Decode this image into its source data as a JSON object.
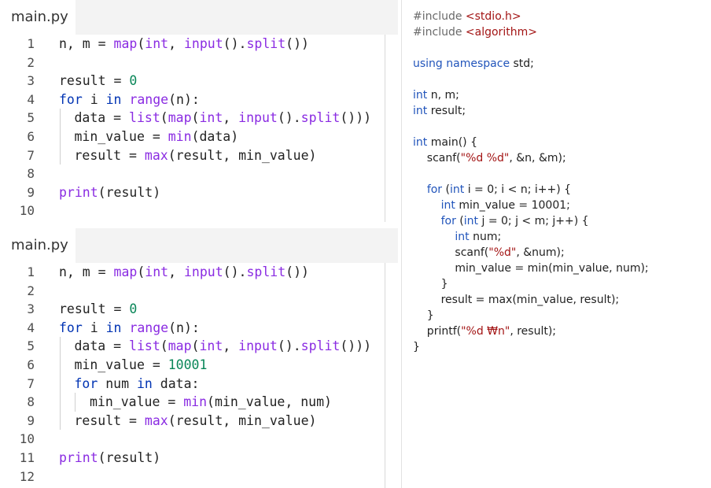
{
  "editor_top": {
    "tab_label": "main.py",
    "lines": [
      {
        "no": "1",
        "indent": 0,
        "tokens": [
          {
            "t": "n, m = ",
            "c": ""
          },
          {
            "t": "map",
            "c": "bi"
          },
          {
            "t": "(",
            "c": ""
          },
          {
            "t": "int",
            "c": "bi"
          },
          {
            "t": ", ",
            "c": ""
          },
          {
            "t": "input",
            "c": "bi"
          },
          {
            "t": "().",
            "c": ""
          },
          {
            "t": "split",
            "c": "bi"
          },
          {
            "t": "())",
            "c": ""
          }
        ]
      },
      {
        "no": "2",
        "indent": 0,
        "tokens": []
      },
      {
        "no": "3",
        "indent": 0,
        "tokens": [
          {
            "t": "result = ",
            "c": ""
          },
          {
            "t": "0",
            "c": "num"
          }
        ]
      },
      {
        "no": "4",
        "indent": 0,
        "tokens": [
          {
            "t": "for",
            "c": "kw"
          },
          {
            "t": " i ",
            "c": ""
          },
          {
            "t": "in",
            "c": "kw"
          },
          {
            "t": " ",
            "c": ""
          },
          {
            "t": "range",
            "c": "bi"
          },
          {
            "t": "(n):",
            "c": ""
          }
        ]
      },
      {
        "no": "5",
        "indent": 1,
        "tokens": [
          {
            "t": "data = ",
            "c": ""
          },
          {
            "t": "list",
            "c": "bi"
          },
          {
            "t": "(",
            "c": ""
          },
          {
            "t": "map",
            "c": "bi"
          },
          {
            "t": "(",
            "c": ""
          },
          {
            "t": "int",
            "c": "bi"
          },
          {
            "t": ", ",
            "c": ""
          },
          {
            "t": "input",
            "c": "bi"
          },
          {
            "t": "().",
            "c": ""
          },
          {
            "t": "split",
            "c": "bi"
          },
          {
            "t": "()))",
            "c": ""
          }
        ]
      },
      {
        "no": "6",
        "indent": 1,
        "tokens": [
          {
            "t": "min_value = ",
            "c": ""
          },
          {
            "t": "min",
            "c": "bi"
          },
          {
            "t": "(data)",
            "c": ""
          }
        ]
      },
      {
        "no": "7",
        "indent": 1,
        "tokens": [
          {
            "t": "result = ",
            "c": ""
          },
          {
            "t": "max",
            "c": "bi"
          },
          {
            "t": "(result, min_value)",
            "c": ""
          }
        ]
      },
      {
        "no": "8",
        "indent": 0,
        "tokens": []
      },
      {
        "no": "9",
        "indent": 0,
        "tokens": [
          {
            "t": "print",
            "c": "bi"
          },
          {
            "t": "(result)",
            "c": ""
          }
        ]
      },
      {
        "no": "10",
        "indent": 0,
        "tokens": []
      }
    ]
  },
  "editor_bottom": {
    "tab_label": "main.py",
    "lines": [
      {
        "no": "1",
        "indent": 0,
        "tokens": [
          {
            "t": "n, m = ",
            "c": ""
          },
          {
            "t": "map",
            "c": "bi"
          },
          {
            "t": "(",
            "c": ""
          },
          {
            "t": "int",
            "c": "bi"
          },
          {
            "t": ", ",
            "c": ""
          },
          {
            "t": "input",
            "c": "bi"
          },
          {
            "t": "().",
            "c": ""
          },
          {
            "t": "split",
            "c": "bi"
          },
          {
            "t": "())",
            "c": ""
          }
        ]
      },
      {
        "no": "2",
        "indent": 0,
        "tokens": []
      },
      {
        "no": "3",
        "indent": 0,
        "tokens": [
          {
            "t": "result = ",
            "c": ""
          },
          {
            "t": "0",
            "c": "num"
          }
        ]
      },
      {
        "no": "4",
        "indent": 0,
        "tokens": [
          {
            "t": "for",
            "c": "kw"
          },
          {
            "t": " i ",
            "c": ""
          },
          {
            "t": "in",
            "c": "kw"
          },
          {
            "t": " ",
            "c": ""
          },
          {
            "t": "range",
            "c": "bi"
          },
          {
            "t": "(n):",
            "c": ""
          }
        ]
      },
      {
        "no": "5",
        "indent": 1,
        "tokens": [
          {
            "t": "data = ",
            "c": ""
          },
          {
            "t": "list",
            "c": "bi"
          },
          {
            "t": "(",
            "c": ""
          },
          {
            "t": "map",
            "c": "bi"
          },
          {
            "t": "(",
            "c": ""
          },
          {
            "t": "int",
            "c": "bi"
          },
          {
            "t": ", ",
            "c": ""
          },
          {
            "t": "input",
            "c": "bi"
          },
          {
            "t": "().",
            "c": ""
          },
          {
            "t": "split",
            "c": "bi"
          },
          {
            "t": "()))",
            "c": ""
          }
        ]
      },
      {
        "no": "6",
        "indent": 1,
        "tokens": [
          {
            "t": "min_value = ",
            "c": ""
          },
          {
            "t": "10001",
            "c": "num"
          }
        ]
      },
      {
        "no": "7",
        "indent": 1,
        "tokens": [
          {
            "t": "for",
            "c": "kw"
          },
          {
            "t": " num ",
            "c": ""
          },
          {
            "t": "in",
            "c": "kw"
          },
          {
            "t": " data:",
            "c": ""
          }
        ]
      },
      {
        "no": "8",
        "indent": 2,
        "tokens": [
          {
            "t": "min_value = ",
            "c": ""
          },
          {
            "t": "min",
            "c": "bi"
          },
          {
            "t": "(min_value, num)",
            "c": ""
          }
        ]
      },
      {
        "no": "9",
        "indent": 1,
        "tokens": [
          {
            "t": "result = ",
            "c": ""
          },
          {
            "t": "max",
            "c": "bi"
          },
          {
            "t": "(result, min_value)",
            "c": ""
          }
        ]
      },
      {
        "no": "10",
        "indent": 0,
        "tokens": []
      },
      {
        "no": "11",
        "indent": 0,
        "tokens": [
          {
            "t": "print",
            "c": "bi"
          },
          {
            "t": "(result)",
            "c": ""
          }
        ]
      },
      {
        "no": "12",
        "indent": 0,
        "tokens": []
      }
    ]
  },
  "c_code": {
    "lines": [
      [
        {
          "t": "#include ",
          "c": "inc"
        },
        {
          "t": "<stdio.h>",
          "c": "hdr"
        }
      ],
      [
        {
          "t": "#include ",
          "c": "inc"
        },
        {
          "t": "<algorithm>",
          "c": "hdr"
        }
      ],
      [],
      [
        {
          "t": "using",
          "c": "kw"
        },
        {
          "t": " ",
          "c": ""
        },
        {
          "t": "namespace",
          "c": "kw"
        },
        {
          "t": " std;",
          "c": ""
        }
      ],
      [],
      [
        {
          "t": "int",
          "c": "kw"
        },
        {
          "t": " n, m;",
          "c": ""
        }
      ],
      [
        {
          "t": "int",
          "c": "kw"
        },
        {
          "t": " result;",
          "c": ""
        }
      ],
      [],
      [
        {
          "t": "int",
          "c": "kw"
        },
        {
          "t": " main() {",
          "c": ""
        }
      ],
      [
        {
          "t": "    scanf(",
          "c": ""
        },
        {
          "t": "\"%d %d\"",
          "c": "str"
        },
        {
          "t": ", &n, &m);",
          "c": ""
        }
      ],
      [],
      [
        {
          "t": "    ",
          "c": ""
        },
        {
          "t": "for",
          "c": "kw"
        },
        {
          "t": " (",
          "c": ""
        },
        {
          "t": "int",
          "c": "kw"
        },
        {
          "t": " i = 0; i < n; i++) {",
          "c": ""
        }
      ],
      [
        {
          "t": "        ",
          "c": ""
        },
        {
          "t": "int",
          "c": "kw"
        },
        {
          "t": " min_value = 10001;",
          "c": ""
        }
      ],
      [
        {
          "t": "        ",
          "c": ""
        },
        {
          "t": "for",
          "c": "kw"
        },
        {
          "t": " (",
          "c": ""
        },
        {
          "t": "int",
          "c": "kw"
        },
        {
          "t": " j = 0; j < m; j++) {",
          "c": ""
        }
      ],
      [
        {
          "t": "            ",
          "c": ""
        },
        {
          "t": "int",
          "c": "kw"
        },
        {
          "t": " num;",
          "c": ""
        }
      ],
      [
        {
          "t": "            scanf(",
          "c": ""
        },
        {
          "t": "\"%d\"",
          "c": "str"
        },
        {
          "t": ", &num);",
          "c": ""
        }
      ],
      [
        {
          "t": "            min_value = min(min_value, num);",
          "c": ""
        }
      ],
      [
        {
          "t": "        }",
          "c": ""
        }
      ],
      [
        {
          "t": "        result = max(min_value, result);",
          "c": ""
        }
      ],
      [
        {
          "t": "    }",
          "c": ""
        }
      ],
      [
        {
          "t": "    printf(",
          "c": ""
        },
        {
          "t": "\"%d ₩n\"",
          "c": "str"
        },
        {
          "t": ", result);",
          "c": ""
        }
      ],
      [
        {
          "t": "}",
          "c": ""
        }
      ]
    ]
  }
}
